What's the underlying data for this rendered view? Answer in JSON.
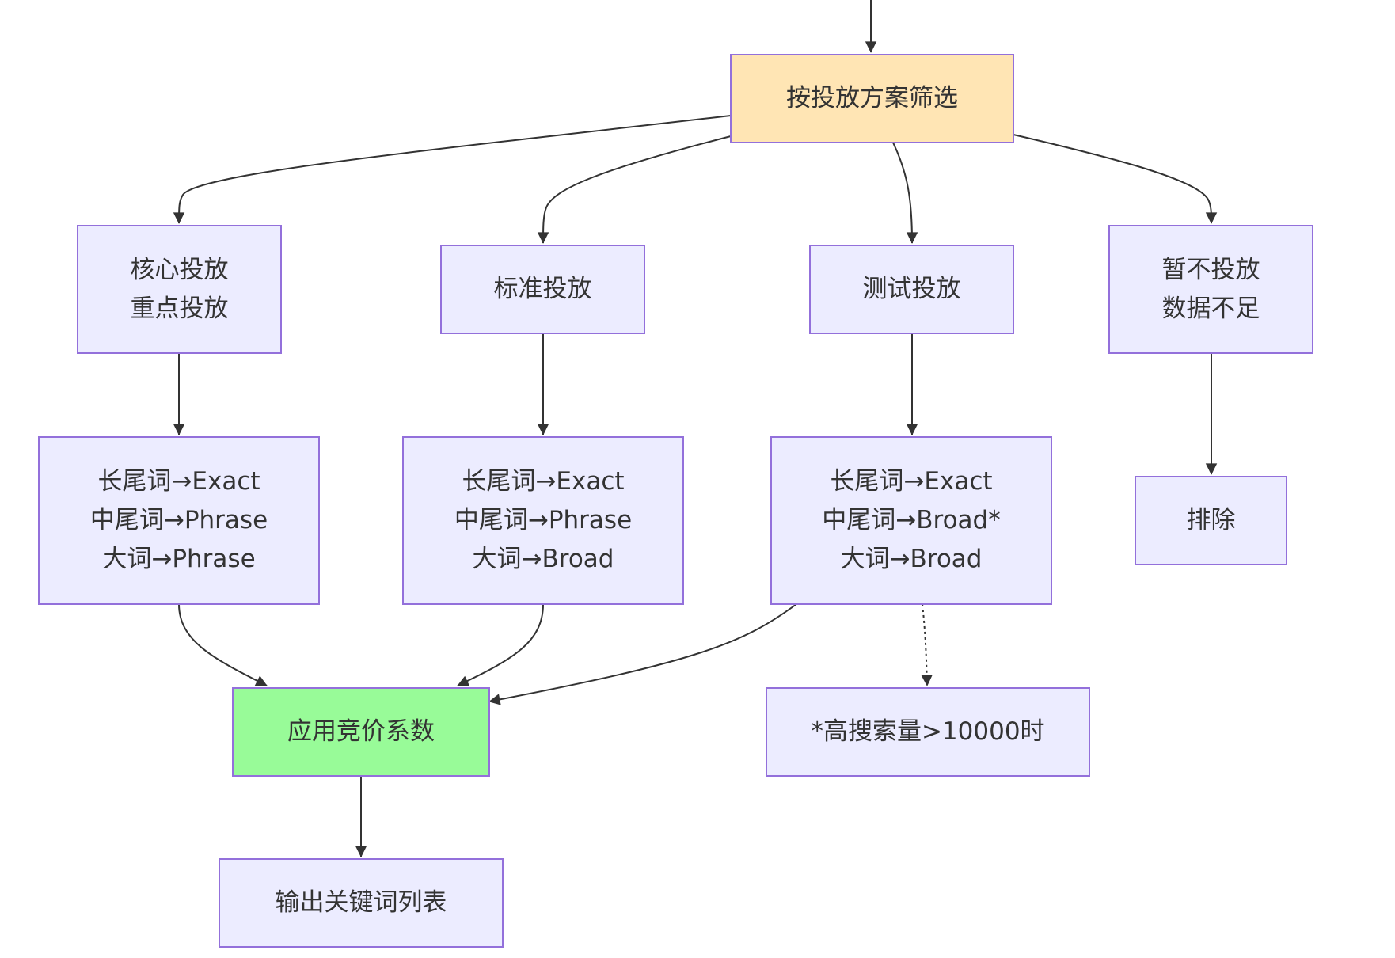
{
  "nodes": {
    "filter": {
      "lines": [
        "按投放方案筛选"
      ]
    },
    "core": {
      "lines": [
        "核心投放",
        "重点投放"
      ]
    },
    "standard": {
      "lines": [
        "标准投放"
      ]
    },
    "test": {
      "lines": [
        "测试投放"
      ]
    },
    "hold": {
      "lines": [
        "暂不投放",
        "数据不足"
      ]
    },
    "core_match": {
      "lines": [
        "长尾词→Exact",
        "中尾词→Phrase",
        "大词→Phrase"
      ]
    },
    "standard_match": {
      "lines": [
        "长尾词→Exact",
        "中尾词→Phrase",
        "大词→Broad"
      ]
    },
    "test_match": {
      "lines": [
        "长尾词→Exact",
        "中尾词→Broad*",
        "大词→Broad"
      ]
    },
    "exclude": {
      "lines": [
        "排除"
      ]
    },
    "apply_bid": {
      "lines": [
        "应用竞价系数"
      ]
    },
    "note": {
      "lines": [
        "*高搜索量>10000时"
      ]
    },
    "output": {
      "lines": [
        "输出关键词列表"
      ]
    }
  },
  "colors": {
    "node_fill": "#ececff",
    "node_border": "#9370db",
    "decision_fill": "#ffe5b4",
    "apply_fill": "#98fb98",
    "edge": "#333333",
    "text": "#333333"
  }
}
